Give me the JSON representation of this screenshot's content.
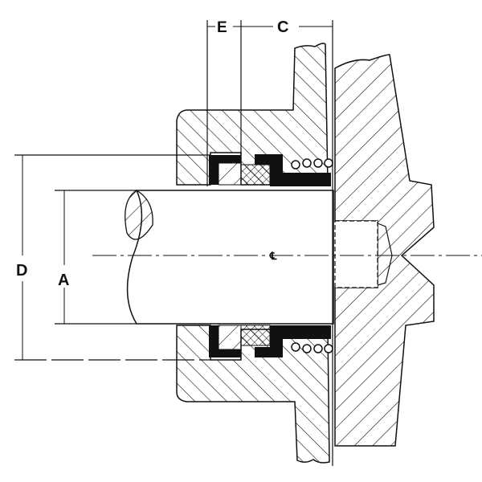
{
  "diagram": {
    "labels": {
      "E": "E",
      "C": "C",
      "D": "D",
      "A": "A",
      "centerline": "℄"
    },
    "colors": {
      "ink": "#111111",
      "background": "#ffffff"
    }
  }
}
